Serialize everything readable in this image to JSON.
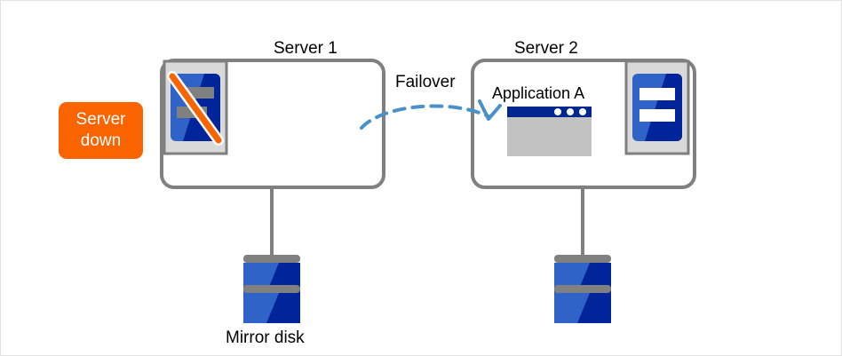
{
  "diagram": {
    "title_server1": "Server 1",
    "title_server2": "Server 2",
    "failover_label": "Failover",
    "application_label": "Application A",
    "mirror_disk_label": "Mirror disk",
    "status_badge": {
      "line1": "Server",
      "line2": "down",
      "color": "#f96300",
      "text_color": "#ffffff"
    },
    "colors": {
      "box_border": "#808080",
      "connector": "#808080",
      "arrow": "#4a90c9",
      "server_icon_blue_light": "#2f63c8",
      "server_icon_blue_dark": "#00259b",
      "server_icon_frame": "#7f7f7f",
      "server_icon_frame_fill": "#d9d9d9",
      "disabled_bar": "#808080",
      "active_bar": "#ffffff",
      "slash": "#f96300",
      "disk_band": "#808080",
      "window_titlebar": "#00268f",
      "window_body": "#c2c2c2",
      "canvas_border": "#e3e3e3"
    },
    "window_dots_count": 3,
    "server1_state": "down",
    "server2_state": "active"
  }
}
